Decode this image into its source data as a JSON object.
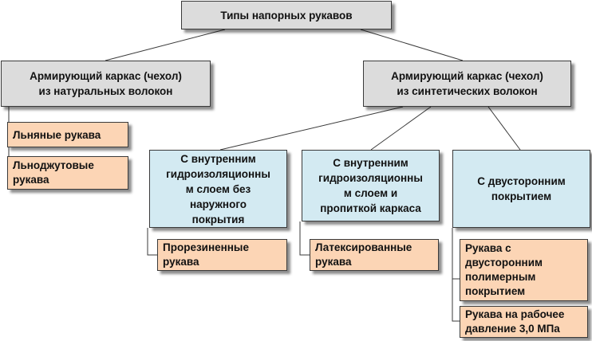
{
  "colors": {
    "gray_box": "#dcdcdc",
    "blue_box": "#d3eaf2",
    "orange_box": "#fcd5b5",
    "border": "#3a3a3a"
  },
  "root": {
    "label": "Типы напорных рукавов"
  },
  "natural": {
    "label": "Армирующий каркас (чехол)\nиз натуральных волокон",
    "items": [
      "Льняные рукава",
      "Льноджутовые\nрукава"
    ]
  },
  "synthetic": {
    "label": "Армирующий каркас (чехол)\nиз синтетических волокон",
    "groups": [
      {
        "label": "С внутренним\nгидроизоляционны\nм слоем без\nнаружного\nпокрытия",
        "items": [
          "Прорезиненные\nрукава"
        ]
      },
      {
        "label": "С внутренним\nгидроизоляционны\nм слоем и\nпропиткой каркаса",
        "items": [
          "Латексированные\nрукава"
        ]
      },
      {
        "label": "С двусторонним\nпокрытием",
        "items": [
          "Рукава с\nдвусторонним\nполимерным\nпокрытием",
          "Рукава на рабочее\nдавление 3,0 МПа"
        ]
      }
    ]
  }
}
